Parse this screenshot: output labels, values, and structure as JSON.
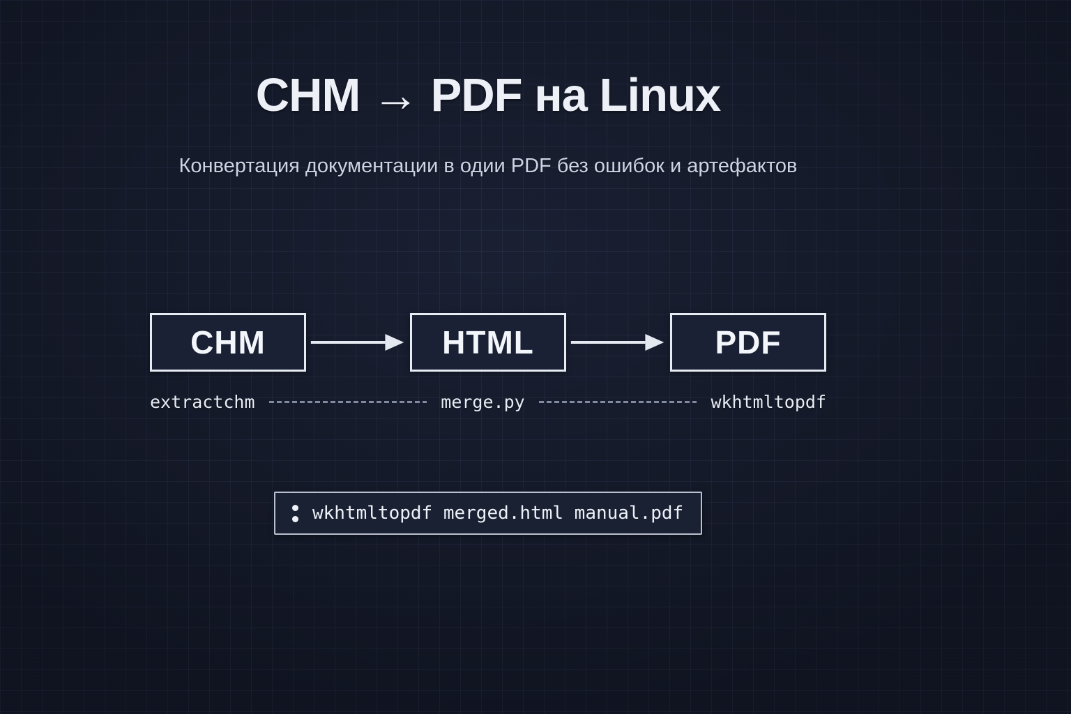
{
  "page": {
    "title": "CHM → PDF на Linux",
    "subtitle": "Конвертация документации в одии PDF без ошибок и артефактов"
  },
  "diagram": {
    "nodes": [
      {
        "label": "CHM",
        "tool": "extractchm"
      },
      {
        "label": "HTML",
        "tool": "merge.py"
      },
      {
        "label": "PDF",
        "tool": "wkhtmltopdf"
      }
    ],
    "connector_style": "dashed"
  },
  "command": {
    "prompt_symbol": ":",
    "text": "wkhtmltopdf merged.html manual.pdf"
  },
  "colors": {
    "background": "#141928",
    "grid_line": "#232b45",
    "node_fill": "#1a2134",
    "node_border": "#e7ebf3",
    "title_text": "#edf0f7",
    "subtitle_text": "#ccd3e2",
    "mono_text": "#e8ecf4",
    "dash_line": "#aab4cd",
    "arrow": "#e3e8f1"
  }
}
